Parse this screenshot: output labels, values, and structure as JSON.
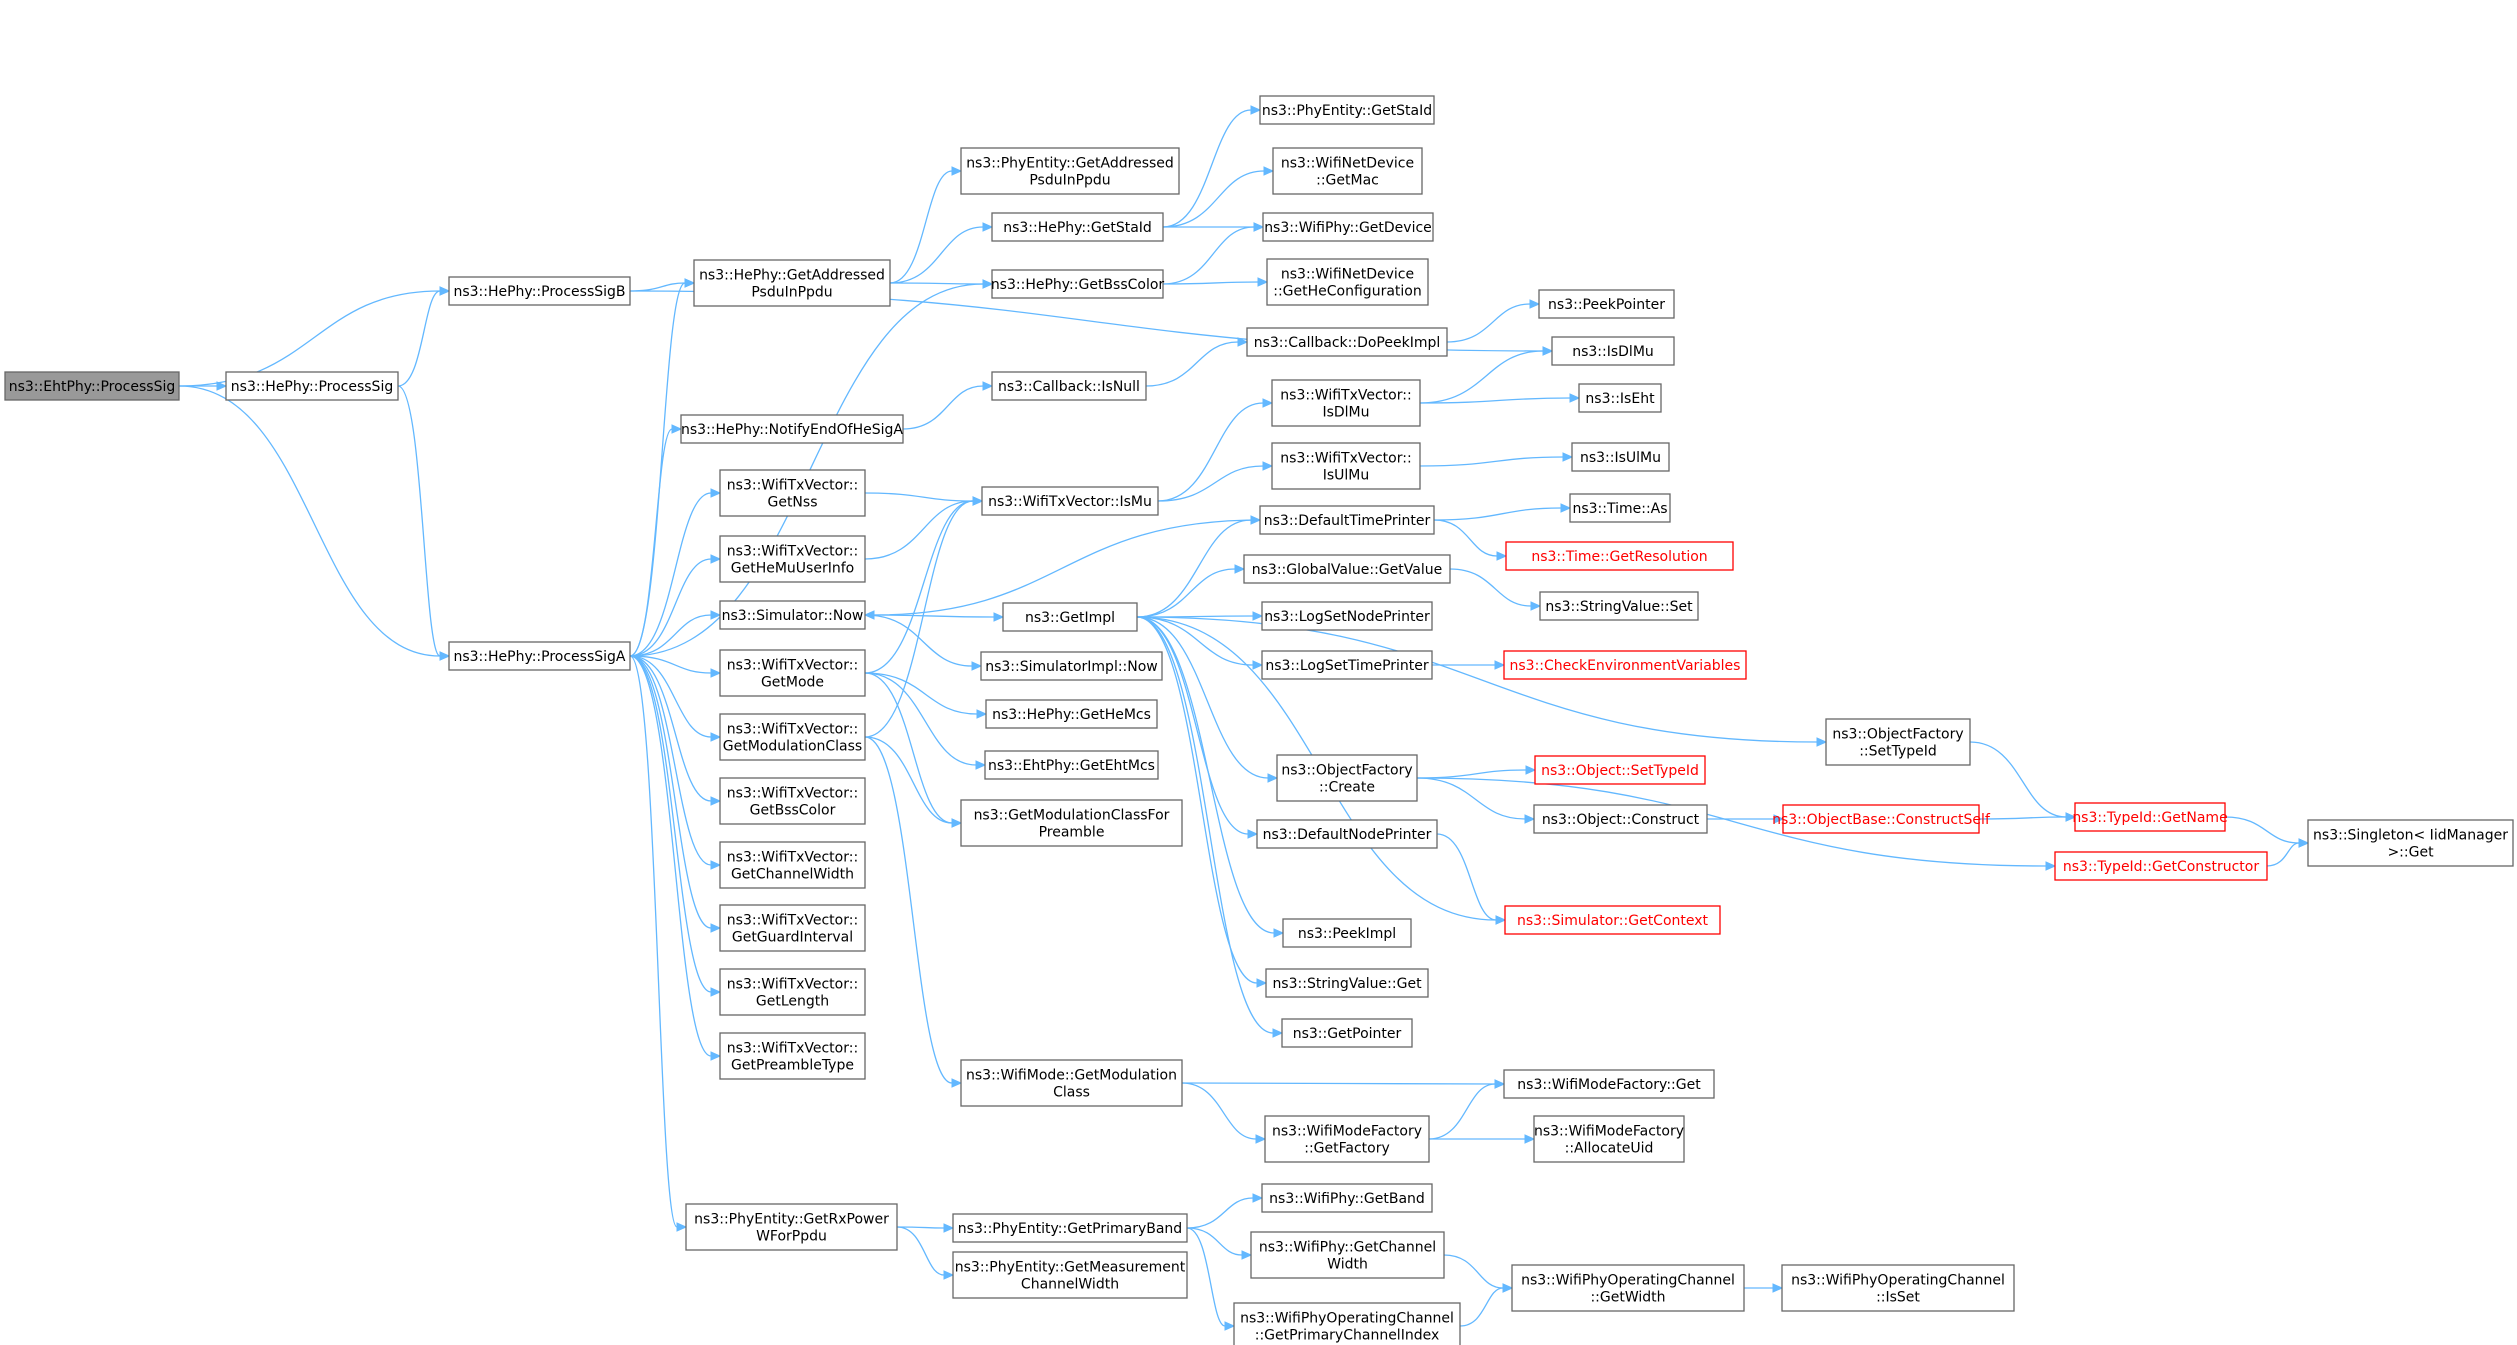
{
  "graph": {
    "title": "",
    "nodes": [
      {
        "id": "n0",
        "lines": [
          "ns3::EhtPhy::ProcessSig"
        ],
        "style": "root"
      },
      {
        "id": "n1",
        "lines": [
          "ns3::HePhy::ProcessSig"
        ]
      },
      {
        "id": "n2",
        "lines": [
          "ns3::HePhy::ProcessSigB"
        ]
      },
      {
        "id": "n3",
        "lines": [
          "ns3::HePhy::ProcessSigA"
        ]
      },
      {
        "id": "n4",
        "lines": [
          "ns3::HePhy::GetAddressed",
          "PsduInPpdu"
        ]
      },
      {
        "id": "n5",
        "lines": [
          "ns3::IsDlMu"
        ]
      },
      {
        "id": "n6",
        "lines": [
          "ns3::PhyEntity::GetAddressed",
          "PsduInPpdu"
        ]
      },
      {
        "id": "n7",
        "lines": [
          "ns3::HePhy::GetBssColor"
        ]
      },
      {
        "id": "n8",
        "lines": [
          "ns3::HePhy::GetStaId"
        ]
      },
      {
        "id": "n9",
        "lines": [
          "ns3::WifiNetDevice",
          "::GetHeConfiguration"
        ]
      },
      {
        "id": "n10",
        "lines": [
          "ns3::WifiPhy::GetDevice"
        ]
      },
      {
        "id": "n11",
        "lines": [
          "ns3::PhyEntity::GetStaId"
        ]
      },
      {
        "id": "n12",
        "lines": [
          "ns3::WifiNetDevice",
          "::GetMac"
        ]
      },
      {
        "id": "n13",
        "lines": [
          "ns3::HePhy::NotifyEndOfHeSigA"
        ]
      },
      {
        "id": "n14",
        "lines": [
          "ns3::Callback::IsNull"
        ]
      },
      {
        "id": "n15",
        "lines": [
          "ns3::Callback::DoPeekImpl"
        ]
      },
      {
        "id": "n16",
        "lines": [
          "ns3::PeekPointer"
        ]
      },
      {
        "id": "n17",
        "lines": [
          "ns3::WifiTxVector::",
          "GetNss"
        ]
      },
      {
        "id": "n18",
        "lines": [
          "ns3::WifiTxVector::IsMu"
        ]
      },
      {
        "id": "n19",
        "lines": [
          "ns3::WifiTxVector::",
          "IsDlMu"
        ]
      },
      {
        "id": "n20",
        "lines": [
          "ns3::IsEht"
        ]
      },
      {
        "id": "n21",
        "lines": [
          "ns3::WifiTxVector::",
          "IsUlMu"
        ]
      },
      {
        "id": "n22",
        "lines": [
          "ns3::IsUlMu"
        ]
      },
      {
        "id": "n23",
        "lines": [
          "ns3::WifiTxVector::",
          "GetHeMuUserInfo"
        ]
      },
      {
        "id": "n24",
        "lines": [
          "ns3::Simulator::Now"
        ]
      },
      {
        "id": "n25",
        "lines": [
          "ns3::GetImpl"
        ]
      },
      {
        "id": "n26",
        "lines": [
          "ns3::DefaultTimePrinter"
        ]
      },
      {
        "id": "n27",
        "lines": [
          "ns3::Time::As"
        ]
      },
      {
        "id": "n28",
        "lines": [
          "ns3::Time::GetResolution"
        ],
        "style": "trunc"
      },
      {
        "id": "n29",
        "lines": [
          "ns3::GlobalValue::GetValue"
        ]
      },
      {
        "id": "n30",
        "lines": [
          "ns3::StringValue::Set"
        ]
      },
      {
        "id": "n31",
        "lines": [
          "ns3::LogSetNodePrinter"
        ]
      },
      {
        "id": "n32",
        "lines": [
          "ns3::LogSetTimePrinter"
        ]
      },
      {
        "id": "n33",
        "lines": [
          "ns3::CheckEnvironmentVariables"
        ],
        "style": "trunc"
      },
      {
        "id": "n34",
        "lines": [
          "ns3::ObjectFactory",
          "::SetTypeId"
        ]
      },
      {
        "id": "n35",
        "lines": [
          "ns3::TypeId::GetName"
        ],
        "style": "trunc"
      },
      {
        "id": "n36",
        "lines": [
          "ns3::Singleton< IidManager",
          " >::Get"
        ]
      },
      {
        "id": "n37",
        "lines": [
          "ns3::ObjectFactory",
          "::Create"
        ]
      },
      {
        "id": "n38",
        "lines": [
          "ns3::Object::SetTypeId"
        ],
        "style": "trunc"
      },
      {
        "id": "n39",
        "lines": [
          "ns3::Object::Construct"
        ]
      },
      {
        "id": "n40",
        "lines": [
          "ns3::ObjectBase::ConstructSelf"
        ],
        "style": "trunc"
      },
      {
        "id": "n41",
        "lines": [
          "ns3::TypeId::GetConstructor"
        ],
        "style": "trunc"
      },
      {
        "id": "n42",
        "lines": [
          "ns3::DefaultNodePrinter"
        ]
      },
      {
        "id": "n43",
        "lines": [
          "ns3::Simulator::GetContext"
        ],
        "style": "trunc"
      },
      {
        "id": "n44",
        "lines": [
          "ns3::PeekImpl"
        ]
      },
      {
        "id": "n45",
        "lines": [
          "ns3::StringValue::Get"
        ]
      },
      {
        "id": "n46",
        "lines": [
          "ns3::GetPointer"
        ]
      },
      {
        "id": "n47",
        "lines": [
          "ns3::SimulatorImpl::Now"
        ]
      },
      {
        "id": "n48",
        "lines": [
          "ns3::WifiTxVector::",
          "GetMode"
        ]
      },
      {
        "id": "n49",
        "lines": [
          "ns3::HePhy::GetHeMcs"
        ]
      },
      {
        "id": "n50",
        "lines": [
          "ns3::EhtPhy::GetEhtMcs"
        ]
      },
      {
        "id": "n51",
        "lines": [
          "ns3::GetModulationClassFor",
          "Preamble"
        ]
      },
      {
        "id": "n52",
        "lines": [
          "ns3::WifiTxVector::",
          "GetModulationClass"
        ]
      },
      {
        "id": "n53",
        "lines": [
          "ns3::WifiMode::GetModulation",
          "Class"
        ]
      },
      {
        "id": "n54",
        "lines": [
          "ns3::WifiModeFactory::Get"
        ]
      },
      {
        "id": "n55",
        "lines": [
          "ns3::WifiModeFactory",
          "::GetFactory"
        ]
      },
      {
        "id": "n56",
        "lines": [
          "ns3::WifiModeFactory",
          "::AllocateUid"
        ]
      },
      {
        "id": "n57",
        "lines": [
          "ns3::WifiTxVector::",
          "GetBssColor"
        ]
      },
      {
        "id": "n58",
        "lines": [
          "ns3::WifiTxVector::",
          "GetChannelWidth"
        ]
      },
      {
        "id": "n59",
        "lines": [
          "ns3::WifiTxVector::",
          "GetGuardInterval"
        ]
      },
      {
        "id": "n60",
        "lines": [
          "ns3::WifiTxVector::",
          "GetLength"
        ]
      },
      {
        "id": "n61",
        "lines": [
          "ns3::WifiTxVector::",
          "GetPreambleType"
        ]
      },
      {
        "id": "n62",
        "lines": [
          "ns3::PhyEntity::GetRxPower",
          "WForPpdu"
        ]
      },
      {
        "id": "n63",
        "lines": [
          "ns3::PhyEntity::GetPrimaryBand"
        ]
      },
      {
        "id": "n64",
        "lines": [
          "ns3::WifiPhy::GetBand"
        ]
      },
      {
        "id": "n65",
        "lines": [
          "ns3::WifiPhy::GetChannel",
          "Width"
        ]
      },
      {
        "id": "n66",
        "lines": [
          "ns3::WifiPhyOperatingChannel",
          "::GetWidth"
        ]
      },
      {
        "id": "n67",
        "lines": [
          "ns3::WifiPhyOperatingChannel",
          "::IsSet"
        ]
      },
      {
        "id": "n68",
        "lines": [
          "ns3::WifiPhyOperatingChannel",
          "::GetPrimaryChannelIndex"
        ]
      },
      {
        "id": "n69",
        "lines": [
          "ns3::PhyEntity::GetMeasurement",
          "ChannelWidth"
        ]
      }
    ],
    "edges": [
      [
        "n0",
        "n1"
      ],
      [
        "n0",
        "n2"
      ],
      [
        "n0",
        "n3"
      ],
      [
        "n1",
        "n2"
      ],
      [
        "n1",
        "n3"
      ],
      [
        "n2",
        "n4"
      ],
      [
        "n2",
        "n5"
      ],
      [
        "n3",
        "n4"
      ],
      [
        "n3",
        "n7"
      ],
      [
        "n3",
        "n13"
      ],
      [
        "n3",
        "n17"
      ],
      [
        "n3",
        "n23"
      ],
      [
        "n3",
        "n24"
      ],
      [
        "n3",
        "n48"
      ],
      [
        "n3",
        "n52"
      ],
      [
        "n3",
        "n57"
      ],
      [
        "n3",
        "n58"
      ],
      [
        "n3",
        "n59"
      ],
      [
        "n3",
        "n60"
      ],
      [
        "n3",
        "n61"
      ],
      [
        "n3",
        "n62"
      ],
      [
        "n4",
        "n6"
      ],
      [
        "n4",
        "n8"
      ],
      [
        "n4",
        "n7"
      ],
      [
        "n7",
        "n10"
      ],
      [
        "n7",
        "n9"
      ],
      [
        "n8",
        "n11"
      ],
      [
        "n8",
        "n12"
      ],
      [
        "n8",
        "n10"
      ],
      [
        "n13",
        "n14"
      ],
      [
        "n14",
        "n15"
      ],
      [
        "n15",
        "n16"
      ],
      [
        "n17",
        "n18"
      ],
      [
        "n23",
        "n18"
      ],
      [
        "n18",
        "n19"
      ],
      [
        "n18",
        "n21"
      ],
      [
        "n19",
        "n5"
      ],
      [
        "n19",
        "n20"
      ],
      [
        "n21",
        "n22"
      ],
      [
        "n24",
        "n25"
      ],
      [
        "n24",
        "n47"
      ],
      [
        "n25",
        "n26"
      ],
      [
        "n25",
        "n29"
      ],
      [
        "n25",
        "n31"
      ],
      [
        "n25",
        "n32"
      ],
      [
        "n25",
        "n34"
      ],
      [
        "n25",
        "n37"
      ],
      [
        "n25",
        "n42"
      ],
      [
        "n25",
        "n43"
      ],
      [
        "n25",
        "n44"
      ],
      [
        "n25",
        "n45"
      ],
      [
        "n25",
        "n46"
      ],
      [
        "n26",
        "n24"
      ],
      [
        "n26",
        "n27"
      ],
      [
        "n26",
        "n28"
      ],
      [
        "n29",
        "n30"
      ],
      [
        "n32",
        "n33"
      ],
      [
        "n34",
        "n35"
      ],
      [
        "n35",
        "n36"
      ],
      [
        "n41",
        "n36"
      ],
      [
        "n37",
        "n38"
      ],
      [
        "n37",
        "n39"
      ],
      [
        "n37",
        "n41"
      ],
      [
        "n39",
        "n40"
      ],
      [
        "n40",
        "n35"
      ],
      [
        "n42",
        "n43"
      ],
      [
        "n48",
        "n18"
      ],
      [
        "n48",
        "n49"
      ],
      [
        "n48",
        "n50"
      ],
      [
        "n48",
        "n51"
      ],
      [
        "n52",
        "n18"
      ],
      [
        "n52",
        "n51"
      ],
      [
        "n52",
        "n53"
      ],
      [
        "n53",
        "n54"
      ],
      [
        "n53",
        "n55"
      ],
      [
        "n55",
        "n54"
      ],
      [
        "n55",
        "n56"
      ],
      [
        "n62",
        "n63"
      ],
      [
        "n62",
        "n69"
      ],
      [
        "n63",
        "n64"
      ],
      [
        "n63",
        "n65"
      ],
      [
        "n63",
        "n68"
      ],
      [
        "n65",
        "n66"
      ],
      [
        "n68",
        "n66"
      ],
      [
        "n66",
        "n67"
      ]
    ]
  },
  "colors": {
    "edge": "#63b8ff",
    "node_border": "#666666",
    "node_fill": "#ffffff",
    "root_fill": "#999999",
    "truncated": "#ff0000"
  }
}
